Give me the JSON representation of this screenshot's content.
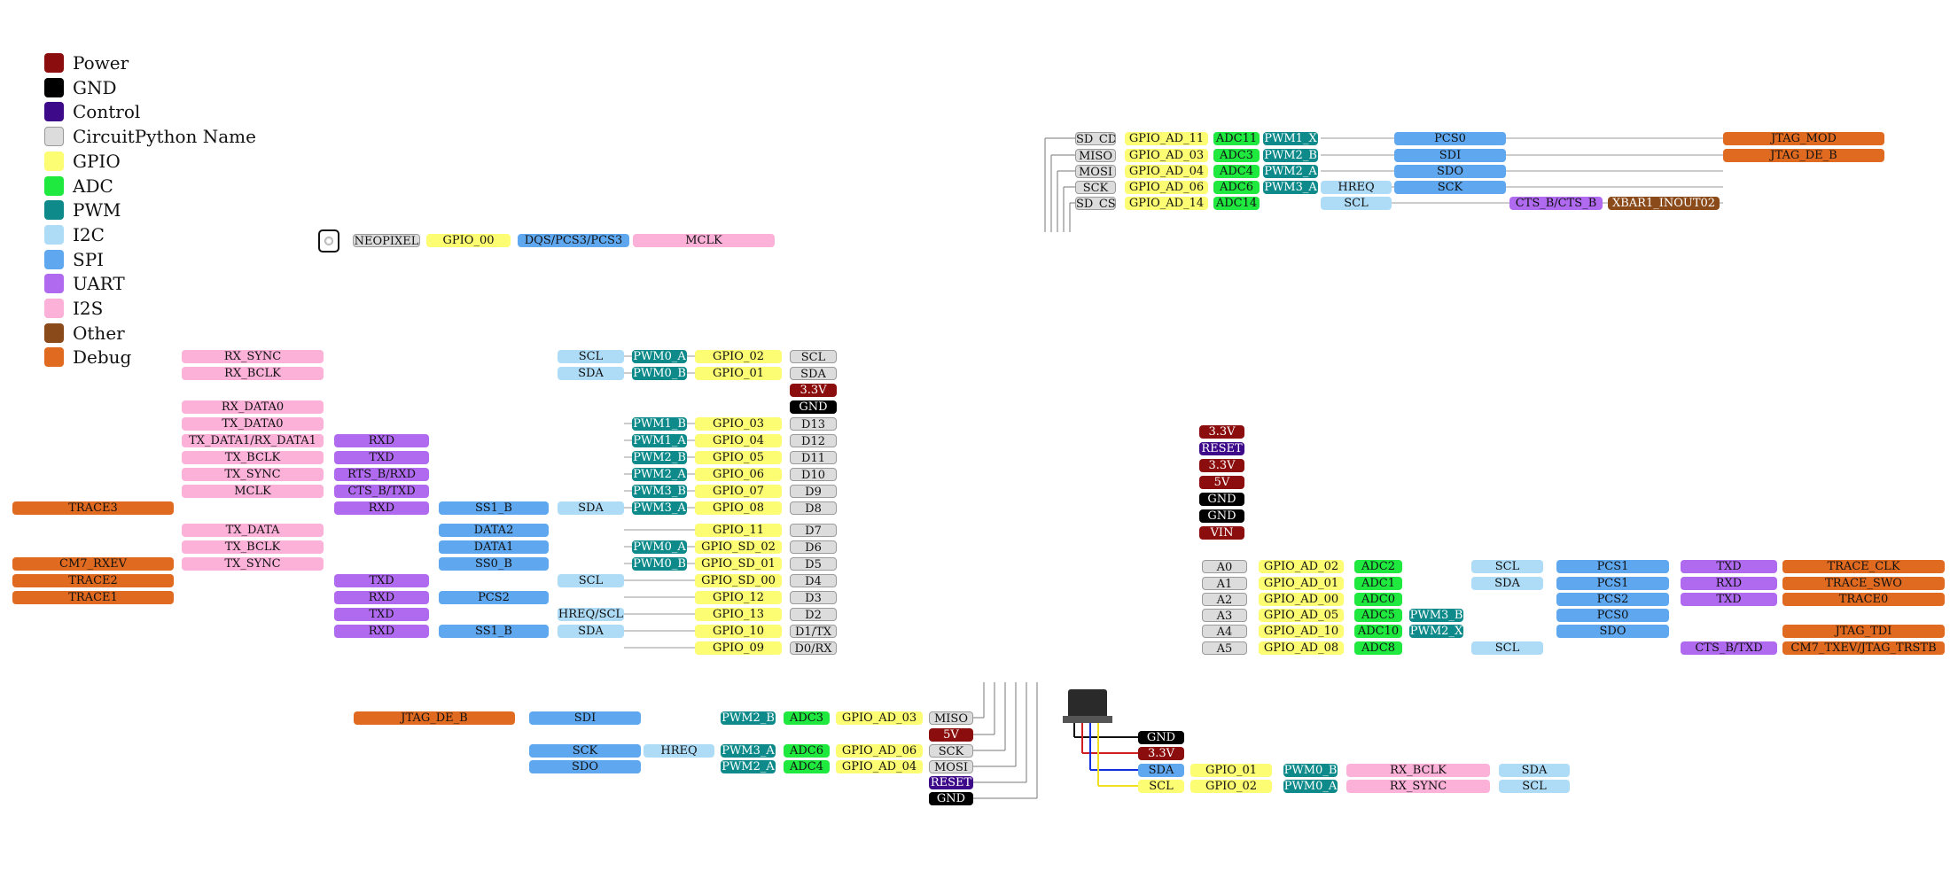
{
  "colors": {
    "Power": "#8b0d0d",
    "GND": "#000000",
    "Control": "#3d0a8a",
    "Name": "#dcdcdc",
    "GPIO": "#fdfd74",
    "ADC": "#1fe83f",
    "PWM": "#0f8a8a",
    "I2C": "#aedcf7",
    "SPI": "#5fa8f0",
    "UART": "#b06af0",
    "I2S": "#fbb1d8",
    "Other": "#8a4a1a",
    "Debug": "#e06a1f"
  },
  "legend": [
    {
      "label": "Power",
      "kind": "Power"
    },
    {
      "label": "GND",
      "kind": "GND"
    },
    {
      "label": "Control",
      "kind": "Control"
    },
    {
      "label": "CircuitPython Name",
      "kind": "Name"
    },
    {
      "label": "GPIO",
      "kind": "GPIO"
    },
    {
      "label": "ADC",
      "kind": "ADC"
    },
    {
      "label": "PWM",
      "kind": "PWM"
    },
    {
      "label": "I2C",
      "kind": "I2C"
    },
    {
      "label": "SPI",
      "kind": "SPI"
    },
    {
      "label": "UART",
      "kind": "UART"
    },
    {
      "label": "I2S",
      "kind": "I2S"
    },
    {
      "label": "Other",
      "kind": "Other"
    },
    {
      "label": "Debug",
      "kind": "Debug"
    }
  ],
  "neopixel_row": [
    {
      "text": "NEOPIXEL",
      "kind": "Name"
    },
    {
      "text": "GPIO_00",
      "kind": "GPIO"
    },
    {
      "text": "DQS/PCS3/PCS3",
      "kind": "SPI"
    },
    {
      "text": "MCLK",
      "kind": "I2S"
    }
  ],
  "top_right_rows": [
    {
      "name": "SD_CD",
      "gpio": "GPIO_AD_11",
      "adc": "ADC11",
      "pwm": "PWM1_X",
      "i2c": "",
      "spi": "PCS0",
      "uart": "",
      "other": "",
      "debug": "JTAG_MOD"
    },
    {
      "name": "MISO",
      "gpio": "GPIO_AD_03",
      "adc": "ADC3",
      "pwm": "PWM2_B",
      "i2c": "",
      "spi": "SDI",
      "uart": "",
      "other": "",
      "debug": "JTAG_DE_B"
    },
    {
      "name": "MOSI",
      "gpio": "GPIO_AD_04",
      "adc": "ADC4",
      "pwm": "PWM2_A",
      "i2c": "",
      "spi": "SDO",
      "uart": "",
      "other": "",
      "debug": ""
    },
    {
      "name": "SCK",
      "gpio": "GPIO_AD_06",
      "adc": "ADC6",
      "pwm": "PWM3_A",
      "i2c": "HREQ",
      "spi": "SCK",
      "uart": "",
      "other": "",
      "debug": ""
    },
    {
      "name": "SD_CS",
      "gpio": "GPIO_AD_14",
      "adc": "ADC14",
      "pwm": "",
      "i2c": "SCL",
      "spi": "",
      "uart": "CTS_B/CTS_B",
      "other": "XBAR1_INOUT02",
      "debug": ""
    }
  ],
  "left_rows": [
    {
      "debug": "",
      "i2s": "RX_SYNC",
      "uart": "",
      "spi": "",
      "i2c": "SCL",
      "pwm": "PWM0_A",
      "gpio": "GPIO_02",
      "name": "SCL"
    },
    {
      "debug": "",
      "i2s": "RX_BCLK",
      "uart": "",
      "spi": "",
      "i2c": "SDA",
      "pwm": "PWM0_B",
      "gpio": "GPIO_01",
      "name": "SDA"
    },
    {
      "debug": "",
      "i2s": "",
      "uart": "",
      "spi": "",
      "i2c": "",
      "pwm": "",
      "gpio": "",
      "name": "3.3V",
      "power": "Power"
    },
    {
      "debug": "",
      "i2s": "RX_DATA0",
      "uart": "",
      "spi": "",
      "i2c": "",
      "pwm": "",
      "gpio": "",
      "name": "GND",
      "power": "GND"
    },
    {
      "debug": "",
      "i2s": "TX_DATA0",
      "uart": "",
      "spi": "",
      "i2c": "",
      "pwm": "PWM1_B",
      "gpio": "GPIO_03",
      "name": "D13"
    },
    {
      "debug": "",
      "i2s": "TX_DATA1/RX_DATA1",
      "uart": "RXD",
      "spi": "",
      "i2c": "",
      "pwm": "PWM1_A",
      "gpio": "GPIO_04",
      "name": "D12"
    },
    {
      "debug": "",
      "i2s": "TX_BCLK",
      "uart": "TXD",
      "spi": "",
      "i2c": "",
      "pwm": "PWM2_B",
      "gpio": "GPIO_05",
      "name": "D11"
    },
    {
      "debug": "",
      "i2s": "TX_SYNC",
      "uart": "RTS_B/RXD",
      "spi": "",
      "i2c": "",
      "pwm": "PWM2_A",
      "gpio": "GPIO_06",
      "name": "D10"
    },
    {
      "debug": "",
      "i2s": "MCLK",
      "uart": "CTS_B/TXD",
      "spi": "",
      "i2c": "",
      "pwm": "PWM3_B",
      "gpio": "GPIO_07",
      "name": "D9"
    },
    {
      "debug": "TRACE3",
      "i2s": "",
      "uart": "RXD",
      "spi": "SS1_B",
      "i2c": "SDA",
      "pwm": "PWM3_A",
      "gpio": "GPIO_08",
      "name": "D8"
    },
    {
      "debug": "",
      "i2s": "TX_DATA",
      "uart": "",
      "spi": "DATA2",
      "i2c": "",
      "pwm": "",
      "gpio": "GPIO_11",
      "name": "D7"
    },
    {
      "debug": "",
      "i2s": "TX_BCLK",
      "uart": "",
      "spi": "DATA1",
      "i2c": "",
      "pwm": "PWM0_A",
      "gpio": "GPIO_SD_02",
      "name": "D6"
    },
    {
      "debug": "CM7_RXEV",
      "i2s": "TX_SYNC",
      "uart": "",
      "spi": "SS0_B",
      "i2c": "",
      "pwm": "PWM0_B",
      "gpio": "GPIO_SD_01",
      "name": "D5"
    },
    {
      "debug": "TRACE2",
      "i2s": "",
      "uart": "TXD",
      "spi": "",
      "i2c": "SCL",
      "pwm": "",
      "gpio": "GPIO_SD_00",
      "name": "D4"
    },
    {
      "debug": "TRACE1",
      "i2s": "",
      "uart": "RXD",
      "spi": "PCS2",
      "i2c": "",
      "pwm": "",
      "gpio": "GPIO_12",
      "name": "D3"
    },
    {
      "debug": "",
      "i2s": "",
      "uart": "TXD",
      "spi": "",
      "i2c": "HREQ/SCL",
      "pwm": "",
      "gpio": "GPIO_13",
      "name": "D2"
    },
    {
      "debug": "",
      "i2s": "",
      "uart": "RXD",
      "spi": "SS1_B",
      "i2c": "SDA",
      "pwm": "",
      "gpio": "GPIO_10",
      "name": "D1/TX"
    },
    {
      "debug": "",
      "i2s": "",
      "uart": "",
      "spi": "",
      "i2c": "",
      "pwm": "",
      "gpio": "GPIO_09",
      "name": "D0/RX"
    }
  ],
  "right_power": [
    {
      "text": "3.3V",
      "kind": "Power"
    },
    {
      "text": "RESET",
      "kind": "Control"
    },
    {
      "text": "3.3V",
      "kind": "Power"
    },
    {
      "text": "5V",
      "kind": "Power"
    },
    {
      "text": "GND",
      "kind": "GND"
    },
    {
      "text": "GND",
      "kind": "GND"
    },
    {
      "text": "VIN",
      "kind": "Power"
    }
  ],
  "right_rows": [
    {
      "name": "A0",
      "gpio": "GPIO_AD_02",
      "adc": "ADC2",
      "pwm": "",
      "i2c": "SCL",
      "spi": "PCS1",
      "uart": "TXD",
      "debug": "TRACE_CLK"
    },
    {
      "name": "A1",
      "gpio": "GPIO_AD_01",
      "adc": "ADC1",
      "pwm": "",
      "i2c": "SDA",
      "spi": "PCS1",
      "uart": "RXD",
      "debug": "TRACE_SWO"
    },
    {
      "name": "A2",
      "gpio": "GPIO_AD_00",
      "adc": "ADC0",
      "pwm": "",
      "i2c": "",
      "spi": "PCS2",
      "uart": "TXD",
      "debug": "TRACE0"
    },
    {
      "name": "A3",
      "gpio": "GPIO_AD_05",
      "adc": "ADC5",
      "pwm": "PWM3_B",
      "i2c": "",
      "spi": "PCS0",
      "uart": "",
      "debug": ""
    },
    {
      "name": "A4",
      "gpio": "GPIO_AD_10",
      "adc": "ADC10",
      "pwm": "PWM2_X",
      "i2c": "",
      "spi": "SDO",
      "uart": "",
      "debug": "JTAG_TDI"
    },
    {
      "name": "A5",
      "gpio": "GPIO_AD_08",
      "adc": "ADC8",
      "pwm": "",
      "i2c": "SCL",
      "spi": "",
      "uart": "CTS_B/TXD",
      "debug": "CM7_TXEV/JTAG_TRSTB"
    }
  ],
  "bottom_rows": [
    {
      "debug": "JTAG_DE_B",
      "spi": "SDI",
      "i2c": "",
      "pwm": "PWM2_B",
      "adc": "ADC3",
      "gpio": "GPIO_AD_03",
      "name": "MISO"
    },
    {
      "debug": "",
      "spi": "",
      "i2c": "",
      "pwm": "",
      "adc": "",
      "gpio": "",
      "name": "5V",
      "power": "Power"
    },
    {
      "debug": "",
      "spi": "SCK",
      "i2c": "HREQ",
      "pwm": "PWM3_A",
      "adc": "ADC6",
      "gpio": "GPIO_AD_06",
      "name": "SCK"
    },
    {
      "debug": "",
      "spi": "SDO",
      "i2c": "",
      "pwm": "PWM2_A",
      "adc": "ADC4",
      "gpio": "GPIO_AD_04",
      "name": "MOSI"
    },
    {
      "debug": "",
      "spi": "",
      "i2c": "",
      "pwm": "",
      "adc": "",
      "gpio": "",
      "name": "RESET",
      "power": "Control"
    },
    {
      "debug": "",
      "spi": "",
      "i2c": "",
      "pwm": "",
      "adc": "",
      "gpio": "",
      "name": "GND",
      "power": "GND"
    }
  ],
  "stemma_rows": [
    {
      "name": "GND",
      "kind": "GND",
      "gpio": "",
      "pwm": "",
      "i2s": "",
      "i2c": ""
    },
    {
      "name": "3.3V",
      "kind": "Power",
      "gpio": "",
      "pwm": "",
      "i2s": "",
      "i2c": ""
    },
    {
      "name": "SDA",
      "kind": "SPI",
      "gpio": "GPIO_01",
      "pwm": "PWM0_B",
      "i2s": "RX_BCLK",
      "i2c": "SDA"
    },
    {
      "name": "SCL",
      "kind": "GPIO",
      "gpio": "GPIO_02",
      "pwm": "PWM0_A",
      "i2s": "RX_SYNC",
      "i2c": "SCL"
    }
  ]
}
